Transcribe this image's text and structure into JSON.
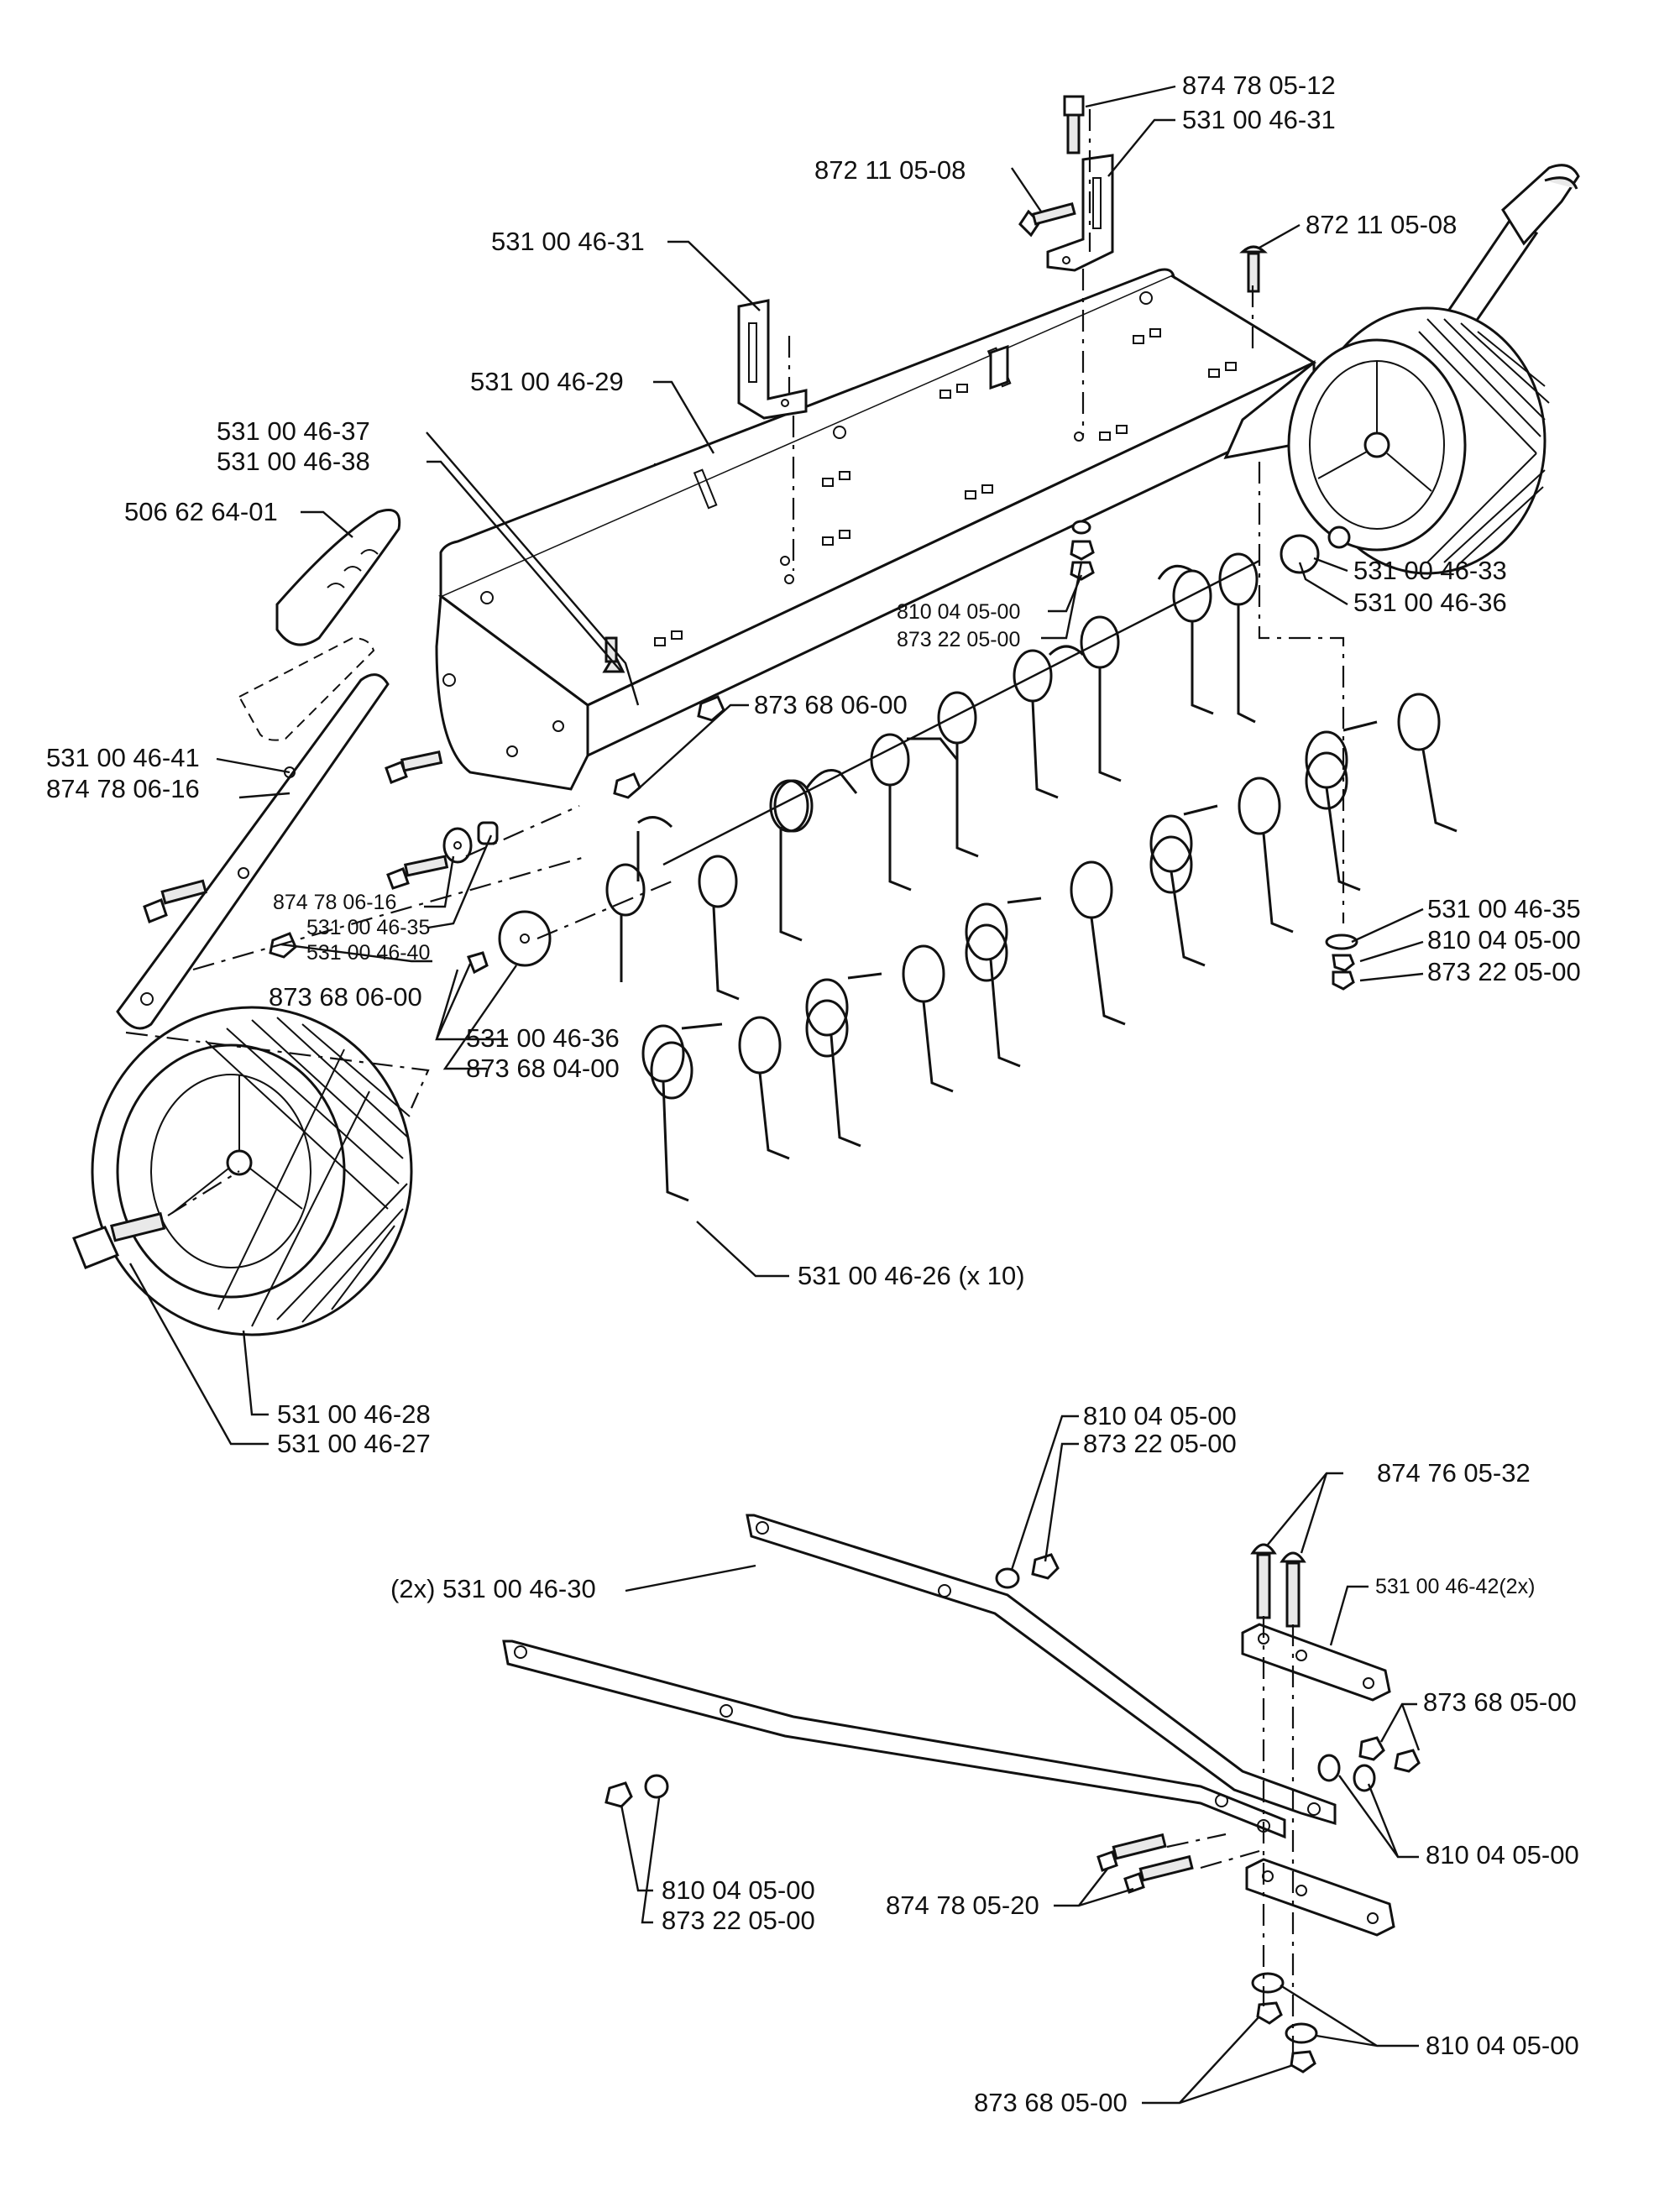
{
  "labels": {
    "l01": "874 78 05-12",
    "l02": "531 00 46-31",
    "l03": "872 11 05-08",
    "l04": "872 11 05-08",
    "l05": "531 00 46-31",
    "l06": "531 00 46-29",
    "l07": "531 00 46-37",
    "l08": "531 00 46-38",
    "l09": "506 62 64-01",
    "l10": "531 00 46-33",
    "l11": "531 00 46-36",
    "l12": "810 04 05-00",
    "l13": "873 22 05-00",
    "l14": "873 68 06-00",
    "l15": "531 00 46-41",
    "l16": "874 78 06-16",
    "l17": "874 78 06-16",
    "l18": "531 00 46-35",
    "l19": "531 00 46-40",
    "l20": "873 68 06-00",
    "l21": "531 00 46-36",
    "l22": "873 68 04-00",
    "l23": "531 00 46-35",
    "l24": "810 04 05-00",
    "l25": "873 22 05-00",
    "l26": "531 00 46-26 (x 10)",
    "l27": "531 00 46-28",
    "l28": "531 00 46-27",
    "l29": "810 04 05-00",
    "l30": "873 22 05-00",
    "l31": "874 76 05-32",
    "l32": "531 00 46-42(2x)",
    "l33": "(2x) 531 00 46-30",
    "l34": "873 68 05-00",
    "l35": "810 04 05-00",
    "l36": "810 04 05-00",
    "l37": "873 22 05-00",
    "l38": "874 78 05-20",
    "l39": "810 04 05-00",
    "l40": "873 68 05-00"
  }
}
